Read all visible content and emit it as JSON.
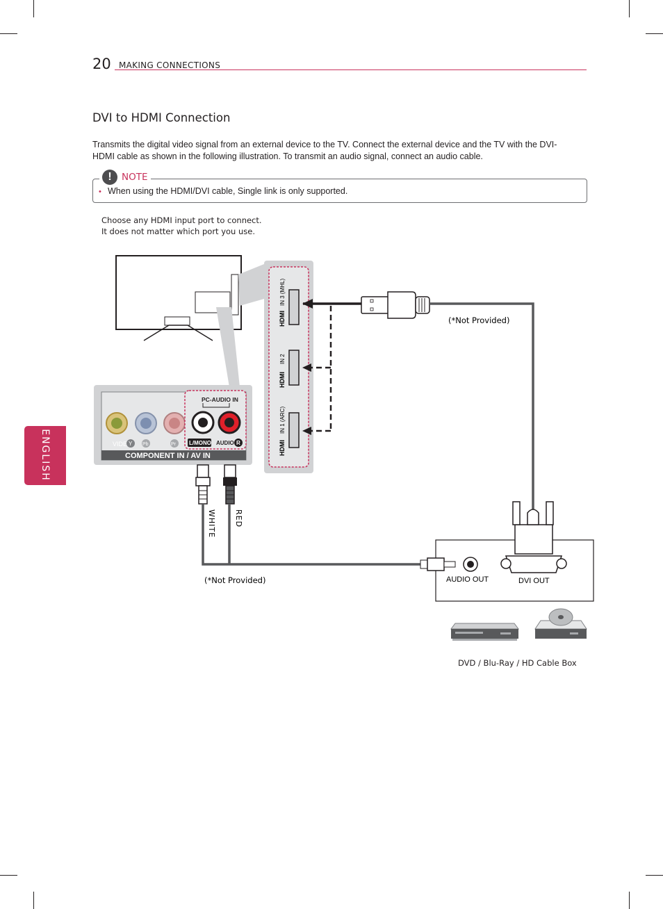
{
  "header": {
    "page_number": "20",
    "section": "MAKING CONNECTIONS"
  },
  "title": "DVI to HDMI Connection",
  "intro": "Transmits the digital video signal from an external device to the TV. Connect the external device and the TV with the DVI-HDMI cable as shown in the following illustration. To transmit an audio signal, connect an audio cable.",
  "note": {
    "icon": "!",
    "label": "NOTE",
    "bullet": "•",
    "text": "When using the HDMI/DVI cable, Single link is only supported."
  },
  "instruction": {
    "line1": "Choose any HDMI input port to connect.",
    "line2": "It does not matter which port you use."
  },
  "ports": {
    "hdmi3": "IN 3 (MHL)",
    "hdmi2": "IN 2",
    "hdmi1": "IN 1 (ARC)",
    "hdmi_logo": "HDMI",
    "pc_audio_in": "PC-AUDIO IN",
    "component_av": "COMPONENT IN / AV IN",
    "video": "VIDEO/",
    "y": "Y",
    "pb": "Pb",
    "pr": "Pr",
    "lmono": "L/MONO",
    "audio": "AUDIO",
    "r": "R"
  },
  "cables": {
    "white": "WHITE",
    "red": "RED",
    "not_provided_dvi": "(*Not Provided)",
    "not_provided_audio": "(*Not Provided)"
  },
  "device": {
    "audio_out": "AUDIO OUT",
    "dvi_out": "DVI OUT",
    "caption": "DVD / Blu-Ray / HD Cable Box"
  },
  "sidebar": {
    "language": "ENGLISH"
  },
  "colors": {
    "accent": "#c8325c",
    "panel": "#d1d2d4",
    "red_jack": "#e0202a"
  }
}
